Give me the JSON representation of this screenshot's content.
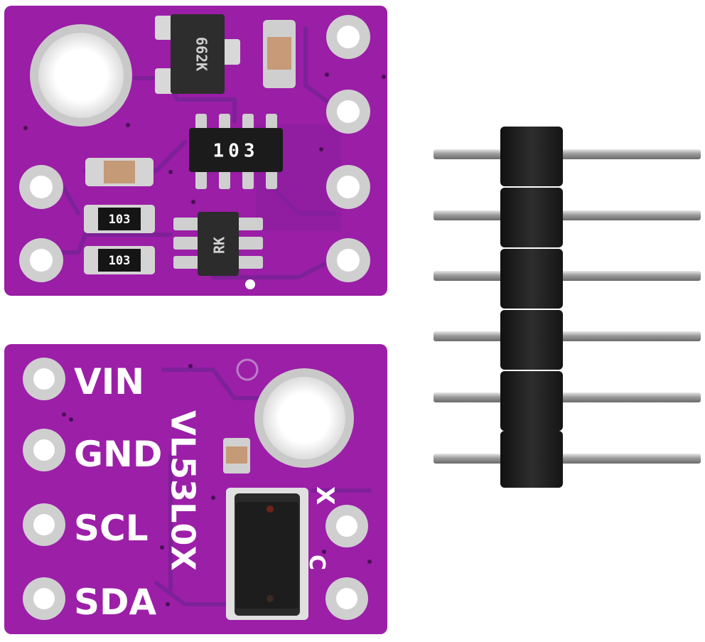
{
  "top_board": {
    "regulator_marking": "662K",
    "resistor_array_marking": "103",
    "resistor_1_marking": "103",
    "resistor_2_marking": "103",
    "mosfet_marking": "RK"
  },
  "bottom_board": {
    "pin_labels": [
      "VIN",
      "GND",
      "SCL",
      "SDA"
    ],
    "module_label": "VL53L0X",
    "marker_x": "X",
    "marker_c": "C"
  },
  "header": {
    "pin_count": 6
  },
  "colors": {
    "pcb": "#9a1ea6",
    "pcb_trace": "#7b2496",
    "pad": "#cfcfcf",
    "header_plastic": "#222222",
    "pin_metal": "#a9a9a9"
  }
}
